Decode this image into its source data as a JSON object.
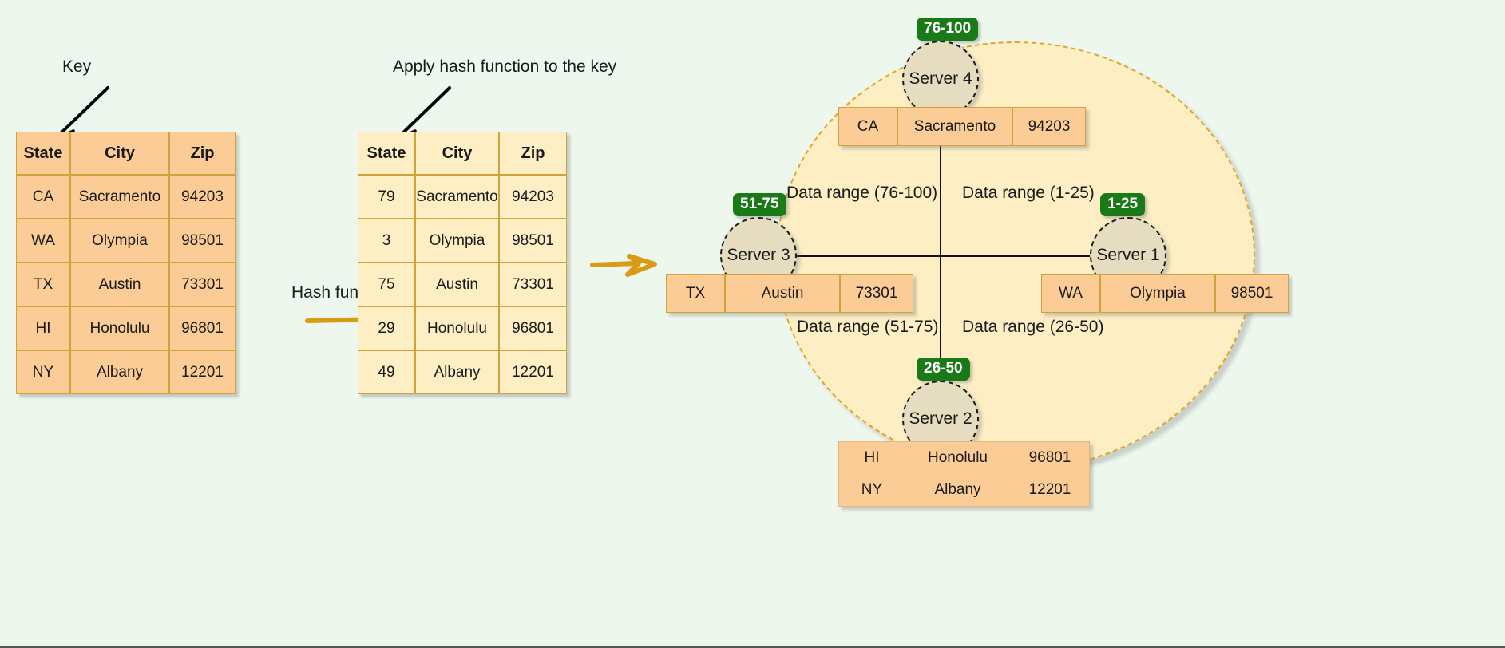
{
  "canvas": {
    "bg": "#edf7ed",
    "accent_orange": "#d99b14",
    "badge_green": "#1a7a18"
  },
  "annotations": {
    "key_label": "Key",
    "apply_hash_label": "Apply hash function to the key",
    "hash_function_label": "Hash function"
  },
  "key_table": {
    "headers": [
      "State",
      "City",
      "Zip"
    ],
    "rows": [
      [
        "CA",
        "Sacramento",
        "94203"
      ],
      [
        "WA",
        "Olympia",
        "98501"
      ],
      [
        "TX",
        "Austin",
        "73301"
      ],
      [
        "HI",
        "Honolulu",
        "96801"
      ],
      [
        "NY",
        "Albany",
        "12201"
      ]
    ]
  },
  "hash_table": {
    "headers": [
      "State",
      "City",
      "Zip"
    ],
    "rows": [
      [
        "79",
        "Sacramento",
        "94203"
      ],
      [
        "3",
        "Olympia",
        "98501"
      ],
      [
        "75",
        "Austin",
        "73301"
      ],
      [
        "29",
        "Honolulu",
        "96801"
      ],
      [
        "49",
        "Albany",
        "12201"
      ]
    ]
  },
  "ring": {
    "quadrant_labels": {
      "top_left": "Data range (76-100)",
      "top_right": "Data range (1-25)",
      "bottom_left": "Data range (51-75)",
      "bottom_right": "Data range (26-50)"
    },
    "nodes": [
      {
        "id": "server4",
        "label": "Server 4",
        "badge": "76-100"
      },
      {
        "id": "server1",
        "label": "Server 1",
        "badge": "1-25"
      },
      {
        "id": "server2",
        "label": "Server 2",
        "badge": "26-50"
      },
      {
        "id": "server3",
        "label": "Server 3",
        "badge": "51-75"
      }
    ],
    "records": {
      "server4": [
        [
          "CA",
          "Sacramento",
          "94203"
        ]
      ],
      "server1": [
        [
          "WA",
          "Olympia",
          "98501"
        ]
      ],
      "server3": [
        [
          "TX",
          "Austin",
          "73301"
        ]
      ],
      "server2": [
        [
          "HI",
          "Honolulu",
          "96801"
        ],
        [
          "NY",
          "Albany",
          "12201"
        ]
      ]
    }
  }
}
